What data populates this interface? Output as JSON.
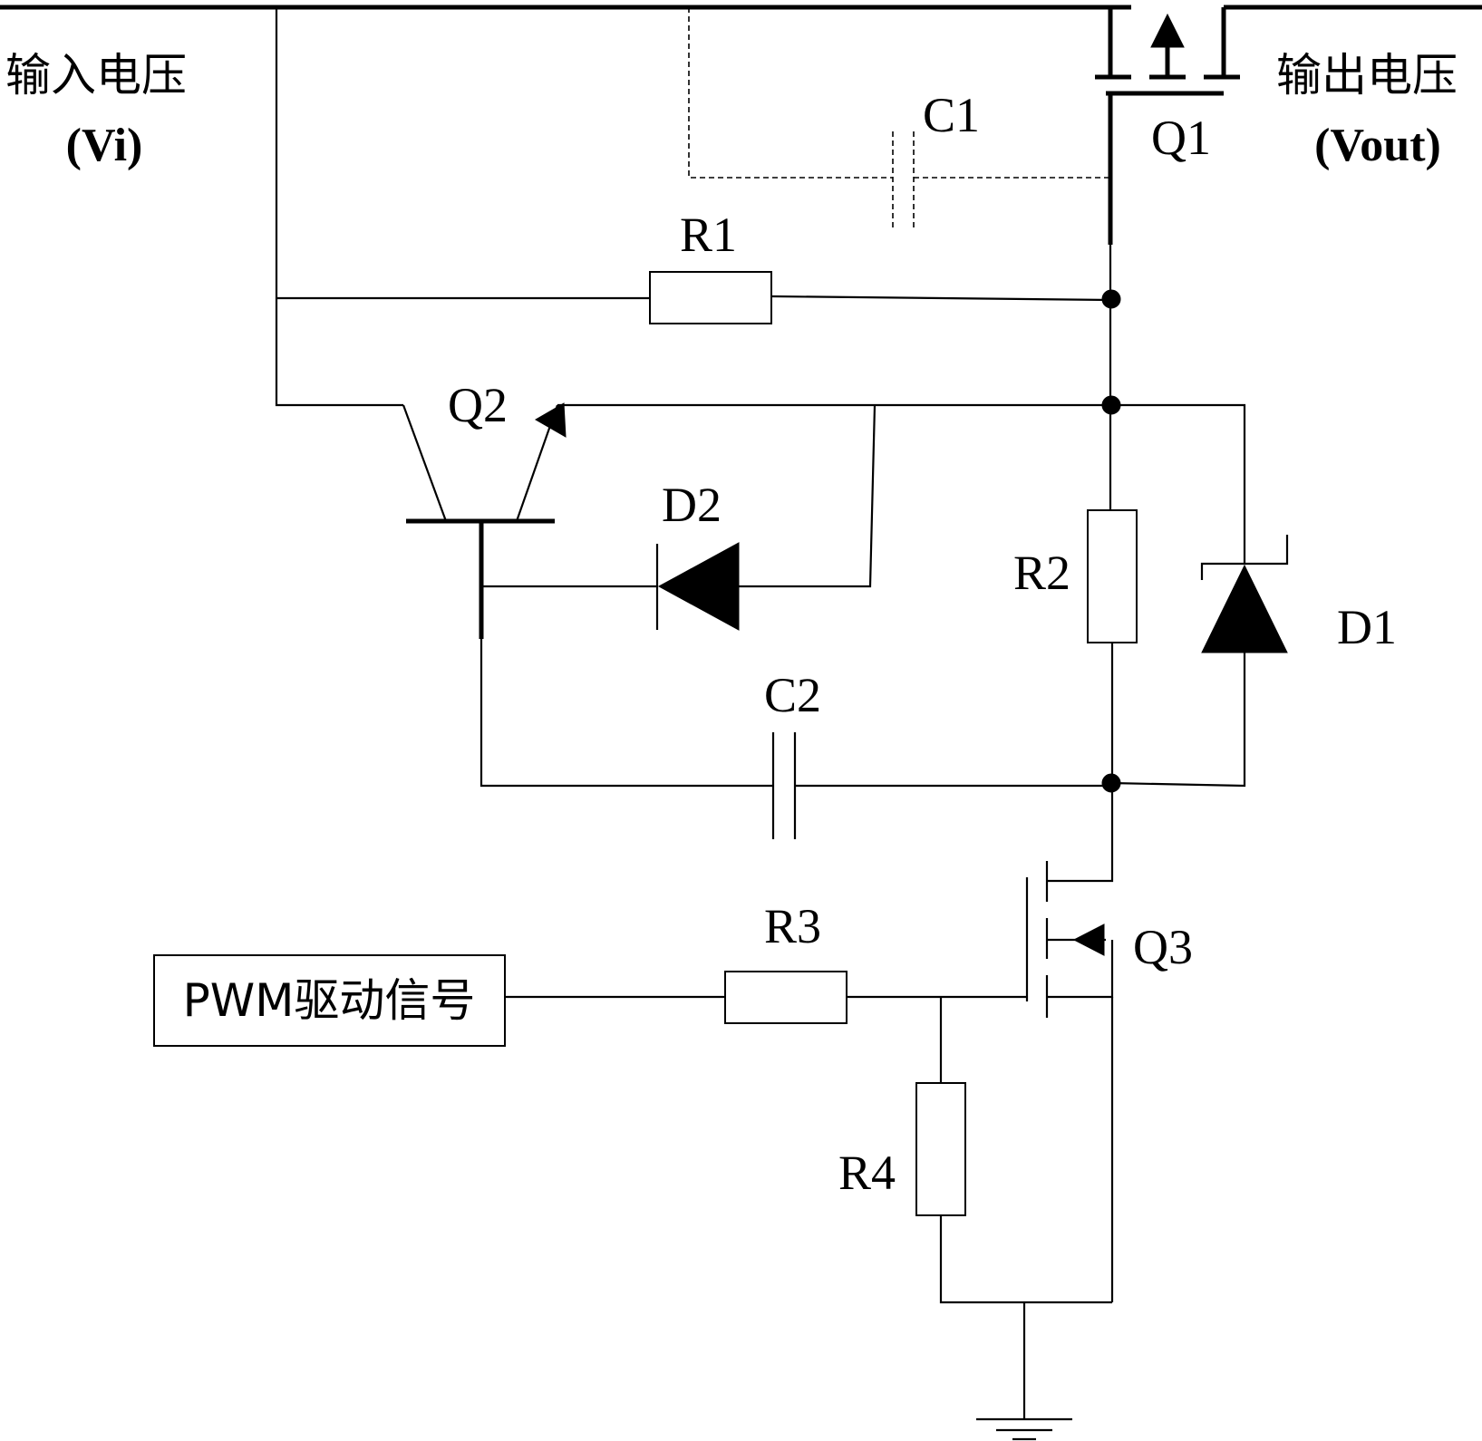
{
  "labels": {
    "input_voltage": "输入电压",
    "input_voltage_symbol": "(Vi)",
    "output_voltage": "输出电压",
    "output_voltage_symbol": "(Vout)",
    "pwm_block": "PWM驱动信号"
  },
  "components": {
    "q1": "Q1",
    "q2": "Q2",
    "q3": "Q3",
    "r1": "R1",
    "r2": "R2",
    "r3": "R3",
    "r4": "R4",
    "c1": "C1",
    "c2": "C2",
    "d1": "D1",
    "d2": "D2"
  }
}
